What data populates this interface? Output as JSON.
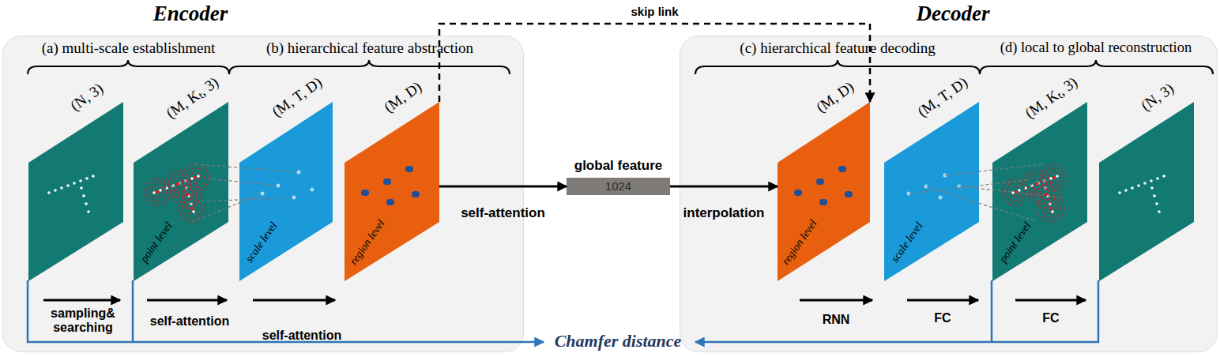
{
  "diagram": {
    "nodes": [
      {
        "text": [
          "Encoder"
        ]
      },
      {
        "text": [
          "(N, 3)"
        ],
        "in": 0
      },
      {
        "text": [
          "(M, Kₜ, 3)",
          "point level"
        ],
        "in": 0
      },
      {
        "text": [
          "(M, T, D)",
          "scale level"
        ],
        "in": 0
      },
      {
        "text": [
          "(M, D)",
          "region level"
        ],
        "in": 0
      },
      {
        "text": [
          "global feature",
          "1024"
        ]
      },
      {
        "text": [
          "Decoder"
        ]
      },
      {
        "text": [
          "(M, D)",
          "region level"
        ],
        "in": 6
      },
      {
        "text": [
          "(M, T, D)",
          "scale level"
        ],
        "in": 6
      },
      {
        "text": [
          "(M, Kₜ, 3)",
          "point level"
        ],
        "in": 6
      },
      {
        "text": [
          "(N, 3)"
        ],
        "in": 6
      }
    ],
    "edges": [
      {
        "from": 4,
        "to": 5,
        "label": "self-attention",
        "arrow": "to"
      },
      {
        "from": 5,
        "to": 7,
        "label": "interpolation",
        "arrow": "to"
      },
      {
        "from": 4,
        "to": 7,
        "label": "skip link",
        "arrow": "to"
      }
    ],
    "labels": [
      "(a) multi-scale establishment",
      "(b) hierarchical feature abstraction",
      "(c) hierarchical feature decoding",
      "(d) local to global reconstruction",
      "sampling& searching",
      "self-attention",
      "self-attention",
      "RNN",
      "FC",
      "FC",
      "Chamfer distance"
    ]
  }
}
